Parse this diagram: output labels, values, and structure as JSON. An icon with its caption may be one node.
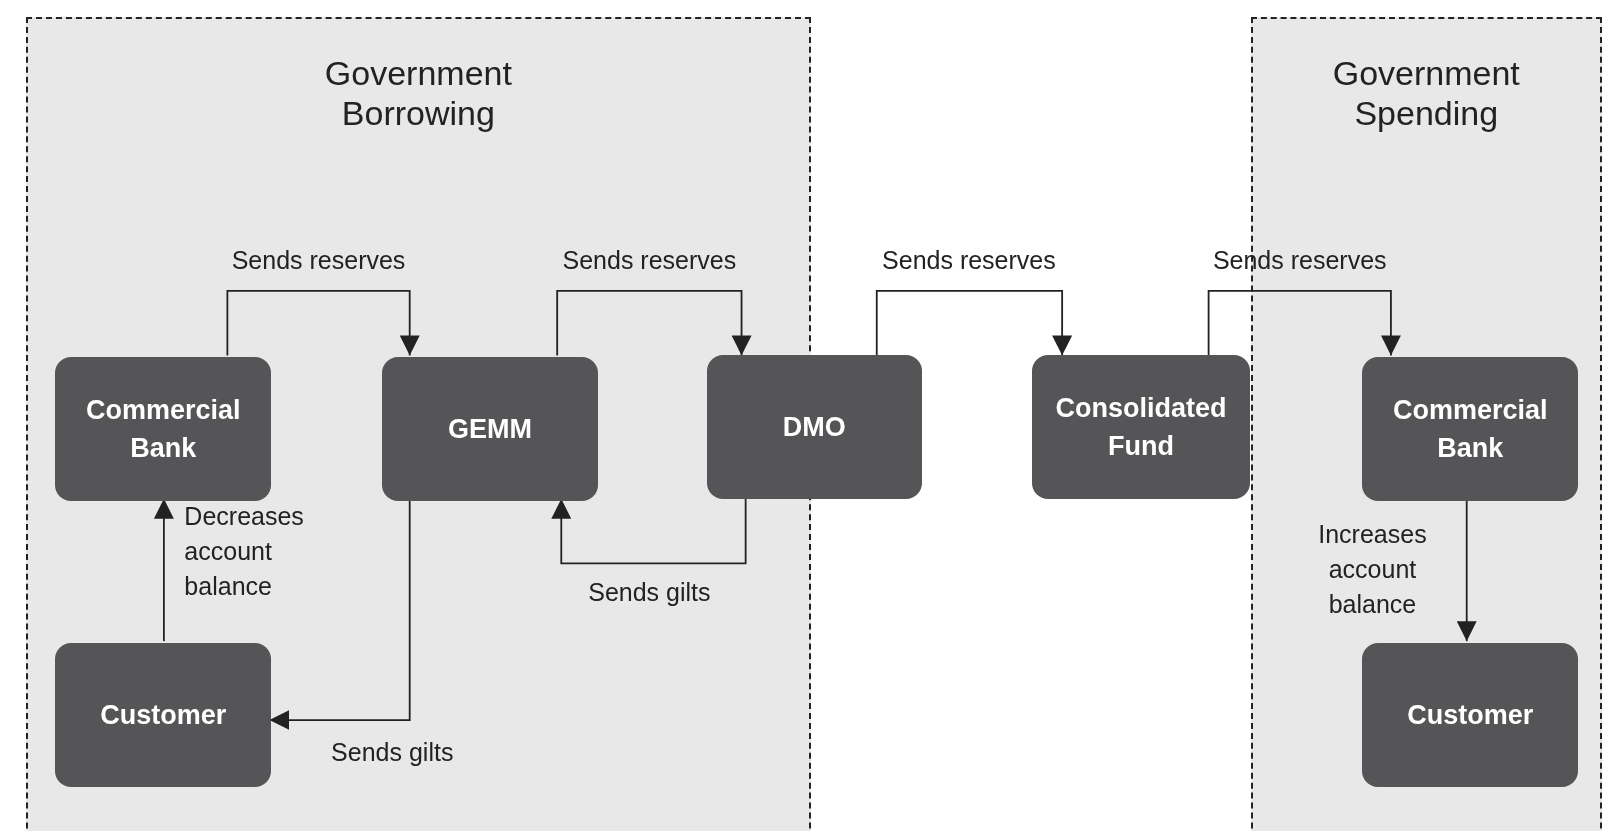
{
  "diagram": {
    "nodes": [
      {
        "text": [
          "Government Borrowing"
        ]
      },
      {
        "text": [
          "Government Spending"
        ]
      },
      {
        "text": [
          "Commercial Bank"
        ],
        "in": 0
      },
      {
        "text": [
          "GEMM"
        ],
        "in": 0
      },
      {
        "text": [
          "DMO"
        ]
      },
      {
        "text": [
          "Consolidated Fund"
        ]
      },
      {
        "text": [
          "Commercial Bank"
        ],
        "in": 1
      },
      {
        "text": [
          "Customer"
        ],
        "in": 0
      },
      {
        "text": [
          "Customer"
        ],
        "in": 1
      }
    ],
    "edges": [
      {
        "from": 2,
        "to": 3,
        "arrow": "to",
        "label": "Sends reserves"
      },
      {
        "from": 3,
        "to": 4,
        "arrow": "to",
        "label": "Sends reserves"
      },
      {
        "from": 4,
        "to": 5,
        "arrow": "to",
        "label": "Sends reserves"
      },
      {
        "from": 5,
        "to": 6,
        "arrow": "to",
        "label": "Sends reserves"
      },
      {
        "from": 7,
        "to": 2,
        "arrow": "to",
        "label": "Decreases account balance"
      },
      {
        "from": 4,
        "to": 3,
        "arrow": "to",
        "label": "Sends gilts"
      },
      {
        "from": 3,
        "to": 7,
        "arrow": "to",
        "label": "Sends gilts"
      },
      {
        "from": 6,
        "to": 8,
        "arrow": "to",
        "label": "Increases account balance"
      }
    ]
  }
}
